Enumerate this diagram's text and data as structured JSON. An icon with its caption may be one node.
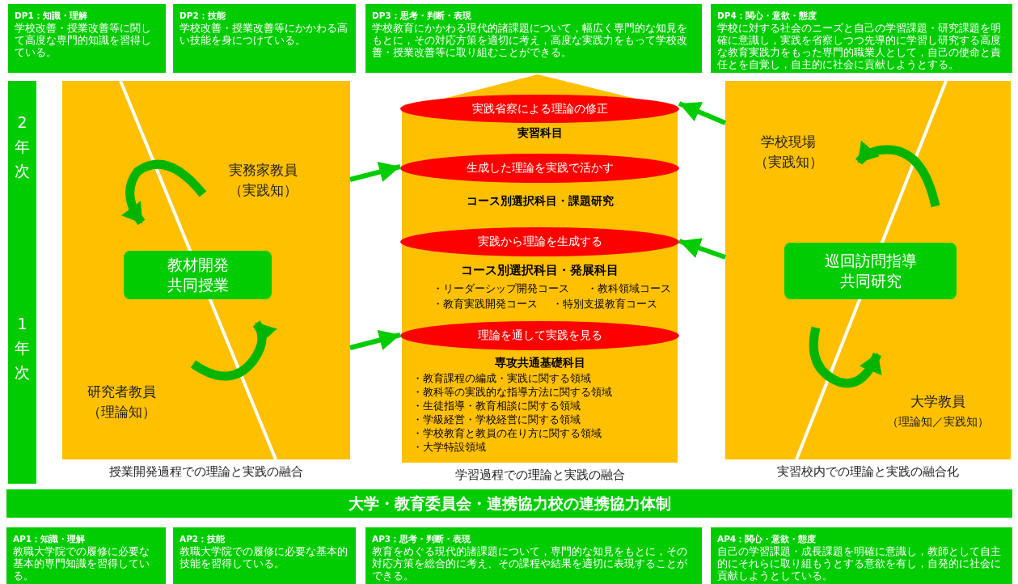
{
  "diagram": {
    "nodes": [
      {
        "text": [
          "DP1：知識・理解",
          "学校改善・授業改善等に関して高度な専門的知識を習得している。"
        ]
      },
      {
        "text": [
          "DP2：技能",
          "学校改善・授業改善等にかかわる高い技能を身につけている。"
        ]
      },
      {
        "text": [
          "DP3：思考・判断・表現",
          "学校教育にかかわる現代的諸課題について，幅広く専門的な知見をもとに，その対応方策を適切に考え，高度な実践力をもって学校改善・授業改善等に取り組むことができる。"
        ]
      },
      {
        "text": [
          "DP4：関心・意欲・態度",
          "学校に対する社会のニーズと自己の学習課題・研究課題を明確に意識し，実践を省察しつつ先導的に学習し研究する高度な教育実践力をもった専門的職業人として，自己の使命と責任とを自覚し，自主的に社会に貢献しようとする。"
        ]
      },
      {
        "text": [
          "2年次"
        ]
      },
      {
        "text": [
          "1年次"
        ]
      },
      {
        "text": [
          "授業開発過程での理論と実践の融合"
        ]
      },
      {
        "text": [
          "実務家教員",
          "（実践知）"
        ],
        "in": 6
      },
      {
        "text": [
          "教材開発",
          "共同授業"
        ],
        "in": 6
      },
      {
        "text": [
          "研究者教員",
          "（理論知）"
        ],
        "in": 6
      },
      {
        "text": [
          "実習科目",
          "コース別選択科目・課題研究",
          "コース別選択科目・発展科目",
          "・リーダーシップ開発コース",
          "・教科領域コース",
          "・教育実践開発コース",
          "・特別支援教育コース",
          "専攻共通基礎科目",
          "・教育課程の編成・実践に関する領域",
          "・教科等の実践的な指導方法に関する領域",
          "・生徒指導・教育相談に関する領域",
          "・学級経営・学校経営に関する領域",
          "・学校教育と教員の在り方に関する領域",
          "・大学特設領域",
          "学習過程での理論と実践の融合"
        ]
      },
      {
        "text": [
          "実践省察による理論の修正"
        ],
        "in": 10
      },
      {
        "text": [
          "生成した理論を実践で活かす"
        ],
        "in": 10
      },
      {
        "text": [
          "実践から理論を生成する"
        ],
        "in": 10
      },
      {
        "text": [
          "理論を通して実践を見る"
        ],
        "in": 10
      },
      {
        "text": [
          "実習校内での理論と実践の融合化"
        ]
      },
      {
        "text": [
          "学校現場",
          "（実践知）"
        ],
        "in": 15
      },
      {
        "text": [
          "巡回訪問指導",
          "共同研究"
        ],
        "in": 15
      },
      {
        "text": [
          "大学教員",
          "（理論知／実践知）"
        ],
        "in": 15
      },
      {
        "text": [
          "大学・教育委員会・連携協力校の連携協力体制"
        ]
      },
      {
        "text": [
          "AP1：知識・理解",
          "教職大学院での履修に必要な基本的専門知識を習得している。"
        ]
      },
      {
        "text": [
          "AP2：技能",
          "教職大学院での履修に必要な基本的技能を習得している。"
        ]
      },
      {
        "text": [
          "AP3：思考・判断・表現",
          "教育をめぐる現代的諸課題について，専門的な知見をもとに，その対応方策を総合的に考え、その課程や結果を適切に表現することができる。"
        ]
      },
      {
        "text": [
          "AP4：関心・意欲・態度",
          "自己の学習課題・成長課題を明確に意識し，教師として自主的にそれらに取り組もうとする意欲を有し，自発的に社会に貢献しようとしている。"
        ]
      }
    ],
    "edges": [
      {
        "from": 6,
        "to": 12,
        "arrow": "to"
      },
      {
        "from": 6,
        "to": 14,
        "arrow": "to"
      },
      {
        "from": 15,
        "to": 11,
        "arrow": "to"
      },
      {
        "from": 15,
        "to": 13,
        "arrow": "to"
      }
    ]
  }
}
